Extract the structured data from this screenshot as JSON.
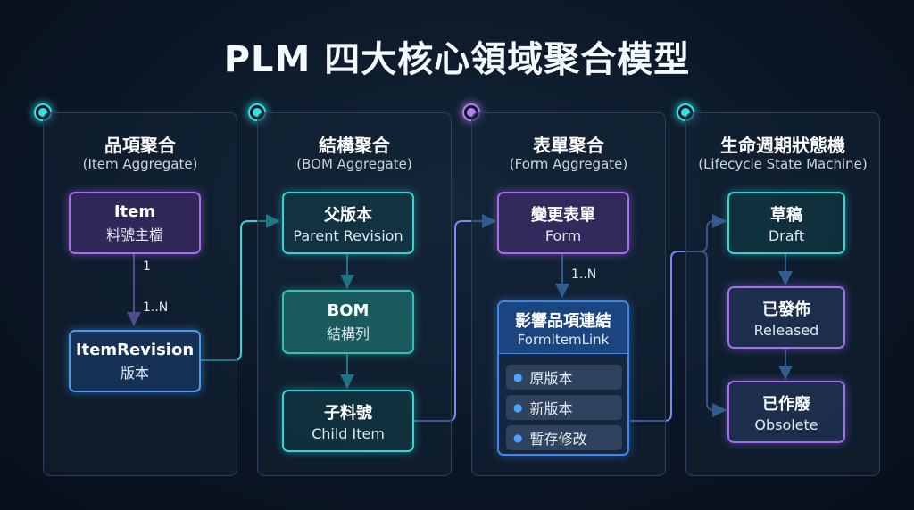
{
  "title": "PLM 四大核心領域聚合模型",
  "panels": [
    {
      "title": "品項聚合",
      "subtitle": "(Item Aggregate)",
      "nodes": [
        {
          "l1": "Item",
          "l2": "料號主檔"
        },
        {
          "l1": "ItemRevision",
          "l2": "版本"
        }
      ],
      "edge_labels": [
        "1",
        "1..N"
      ]
    },
    {
      "title": "結構聚合",
      "subtitle": "(BOM Aggregate)",
      "nodes": [
        {
          "l1": "父版本",
          "l2": "Parent Revision"
        },
        {
          "l1": "BOM",
          "l2": "結構列"
        },
        {
          "l1": "子料號",
          "l2": "Child Item"
        }
      ]
    },
    {
      "title": "表單聚合",
      "subtitle": "(Form Aggregate)",
      "nodes": [
        {
          "l1": "變更表單",
          "l2": "Form"
        },
        {
          "l1": "影響品項連結",
          "l2": "FormItemLink"
        }
      ],
      "edge_labels": [
        "1..N"
      ],
      "link_items": [
        "原版本",
        "新版本",
        "暫存修改"
      ]
    },
    {
      "title": "生命週期狀態機",
      "subtitle": "(Lifecycle State Machine)",
      "nodes": [
        {
          "l1": "草稿",
          "l2": "Draft"
        },
        {
          "l1": "已發佈",
          "l2": "Released"
        },
        {
          "l1": "已作廢",
          "l2": "Obsolete"
        }
      ]
    }
  ],
  "colors": {
    "cyan": "#31e0e6",
    "purple": "#a76cf0",
    "blue": "#4a9bf0",
    "background": "#0b1726"
  }
}
